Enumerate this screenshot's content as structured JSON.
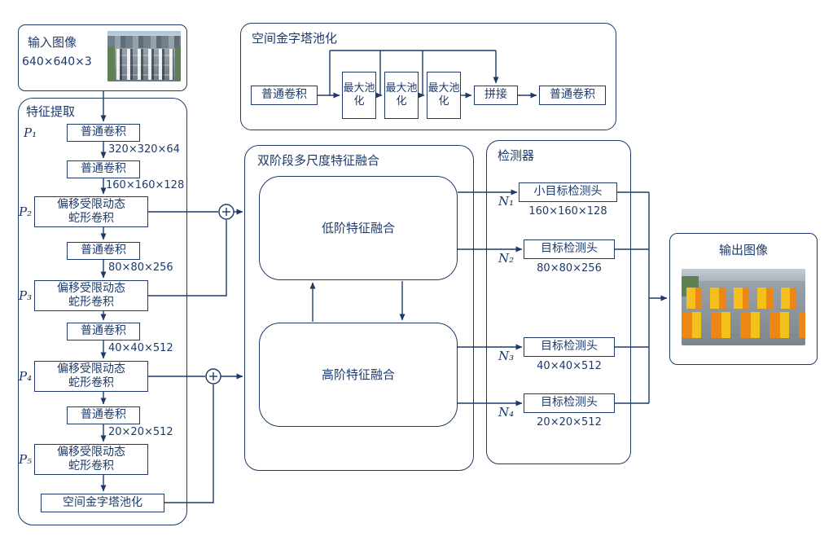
{
  "input_box": {
    "title": "输入图像",
    "dims": "640×640×3"
  },
  "backbone": {
    "title": "特征提取",
    "p_labels": [
      "P₁",
      "P₂",
      "P₃",
      "P₄",
      "P₅"
    ],
    "conv": "普通卷积",
    "snake": "偏移受限动态\n蛇形卷积",
    "spp": "空间金字塔池化",
    "dims": [
      "320×320×64",
      "160×160×128",
      "80×80×256",
      "40×40×512",
      "20×20×512"
    ]
  },
  "spp_block": {
    "title": "空间金字塔池化",
    "conv_in": "普通卷积",
    "maxpool": "最大池\n化",
    "concat": "拼接",
    "conv_out": "普通卷积"
  },
  "fusion": {
    "title": "双阶段多尺度特征融合",
    "low": "低阶特征融合",
    "high": "高阶特征融合"
  },
  "detector": {
    "title": "检测器",
    "heads": [
      {
        "n": "N₁",
        "label": "小目标检测头",
        "dims": "160×160×128"
      },
      {
        "n": "N₂",
        "label": "目标检测头",
        "dims": "80×80×256"
      },
      {
        "n": "N₃",
        "label": "目标检测头",
        "dims": "40×40×512"
      },
      {
        "n": "N₄",
        "label": "目标检测头",
        "dims": "20×20×512"
      }
    ]
  },
  "output_box": {
    "title": "输出图像"
  },
  "colors": {
    "line": "#1d3a6b"
  }
}
